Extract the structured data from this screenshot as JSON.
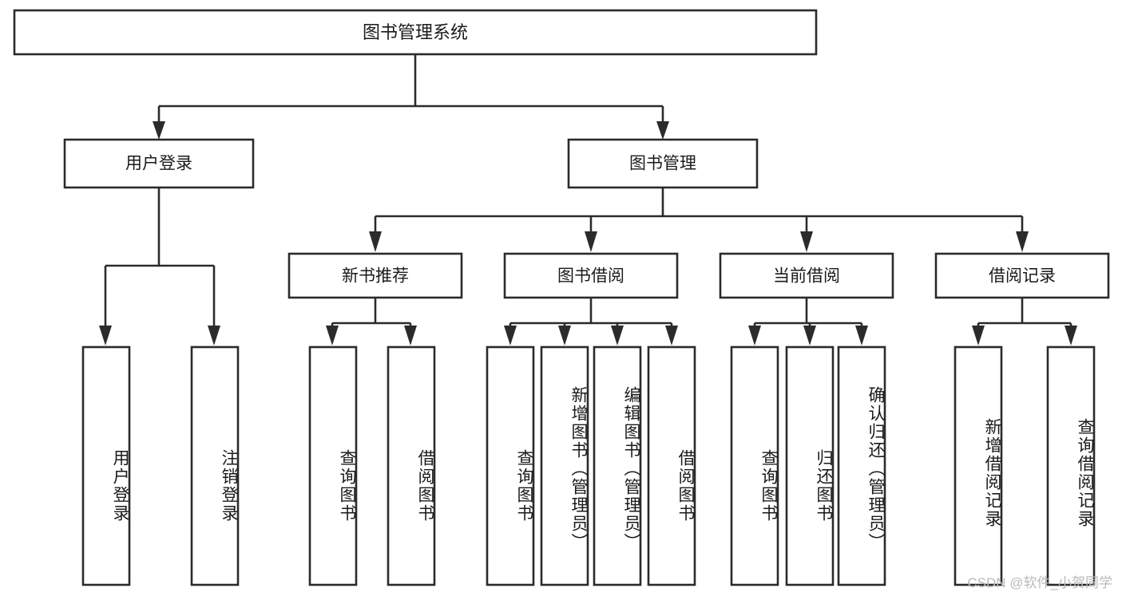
{
  "diagram": {
    "title": "图书管理系统",
    "type": "tree-hierarchy",
    "watermark": "CSDN @软件_小贺同学",
    "colors": {
      "background": "#ffffff",
      "stroke": "#2b2b2b",
      "box_fill": "#ffffff",
      "text": "#1a1a1a",
      "watermark": "#b9b9b9"
    },
    "root": {
      "label": "图书管理系统"
    },
    "level1": [
      {
        "label": "用户登录"
      },
      {
        "label": "图书管理"
      }
    ],
    "level2": [
      {
        "label": "新书推荐",
        "parent": "图书管理"
      },
      {
        "label": "图书借阅",
        "parent": "图书管理"
      },
      {
        "label": "当前借阅",
        "parent": "图书管理"
      },
      {
        "label": "借阅记录",
        "parent": "图书管理"
      }
    ],
    "leaves": {
      "user_login": [
        {
          "label": "用户登录"
        },
        {
          "label": "注销登录"
        }
      ],
      "new_book_recommend": [
        {
          "label": "查询图书"
        },
        {
          "label": "借阅图书"
        }
      ],
      "book_borrow": [
        {
          "label": "查询图书"
        },
        {
          "label": "新增图书（管理员）"
        },
        {
          "label": "编辑图书（管理员）"
        },
        {
          "label": "借阅图书"
        }
      ],
      "current_borrow": [
        {
          "label": "查询图书"
        },
        {
          "label": "归还图书"
        },
        {
          "label": "确认归还（管理员）"
        }
      ],
      "borrow_record": [
        {
          "label": "新增借阅记录"
        },
        {
          "label": "查询借阅记录"
        }
      ]
    }
  }
}
